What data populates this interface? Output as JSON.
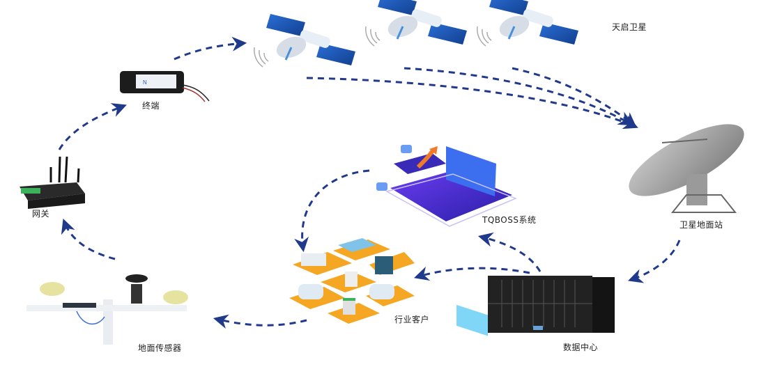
{
  "diagram": {
    "title": "天启卫星物联网系统架构",
    "nodes": {
      "satellites": {
        "label": "天启卫星",
        "count": 3
      },
      "terminal": {
        "label": "终端"
      },
      "gateway": {
        "label": "网关"
      },
      "sensor": {
        "label": "地面传感器"
      },
      "ground_station": {
        "label": "卫星地面站"
      },
      "data_center": {
        "label": "数据中心"
      },
      "tqboss": {
        "label": "TQBOSS系统"
      },
      "customers": {
        "label": "行业客户"
      }
    },
    "flows": [
      {
        "from": "地面传感器",
        "to": "网关"
      },
      {
        "from": "网关",
        "to": "终端"
      },
      {
        "from": "终端",
        "to": "天启卫星"
      },
      {
        "from": "天启卫星",
        "to": "卫星地面站"
      },
      {
        "from": "卫星地面站",
        "to": "数据中心"
      },
      {
        "from": "数据中心",
        "to": "TQBOSS系统"
      },
      {
        "from": "数据中心",
        "to": "行业客户"
      },
      {
        "from": "TQBOSS系统",
        "to": "行业客户"
      },
      {
        "from": "行业客户",
        "to": "地面传感器"
      }
    ],
    "colors": {
      "arrow": "#1f3a8a",
      "solar_panel": "#1e5bb8",
      "platform": "#f5a623",
      "laptop": "#4b2fd6"
    }
  }
}
